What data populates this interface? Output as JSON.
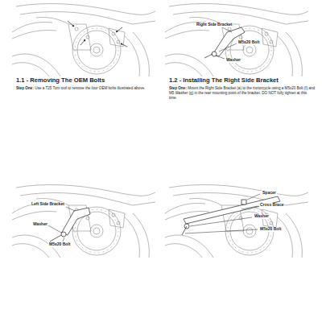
{
  "diagram": {
    "labels": [
      "1.1 - Removing The OEM Bolts",
      "Step One:",
      "Use a T25 Torx tool to remove the four OEM bolts illustrated above.",
      "Right Side Bracket",
      "M5x20 Bolt",
      "Washer",
      "1.2 - Installing The Right Side Bracket",
      "Step One:",
      "Mount the Right Side Bracket (a) to the motorcycle using a M5x20 Bolt (f) and M5 Washer (g) in the rear mounting point of the bracket. DO NOT fully tighten at this time.",
      "Left Side Bracket",
      "Washer",
      "M5x20 Bolt",
      "Spacer",
      "Cross Brace",
      "Washer",
      "M5x20 Bolt"
    ]
  }
}
